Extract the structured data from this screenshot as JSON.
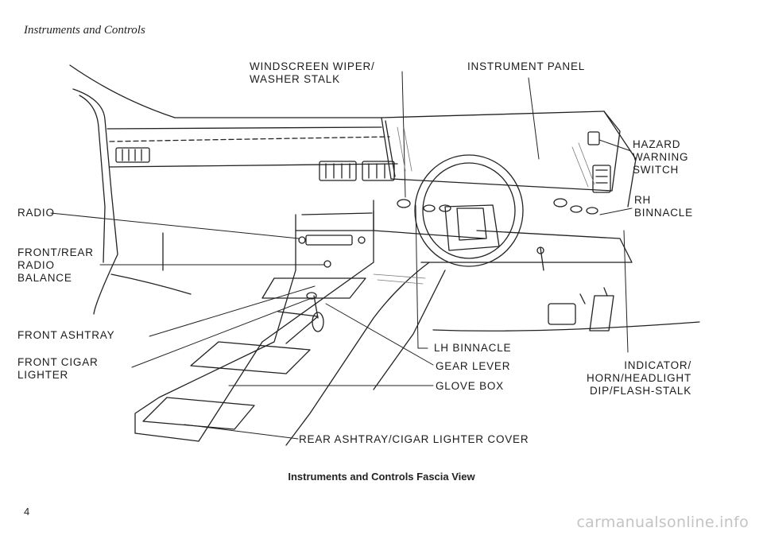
{
  "header": {
    "title": "Instruments and Controls"
  },
  "labels": {
    "windscreen_wiper": "WINDSCREEN WIPER/\nWASHER STALK",
    "instrument_panel": "INSTRUMENT PANEL",
    "hazard": "HAZARD\nWARNING\nSWITCH",
    "rh_binnacle": "RH\nBINNACLE",
    "radio": "RADIO",
    "radio_balance": "FRONT/REAR\nRADIO\nBALANCE",
    "front_ashtray": "FRONT ASHTRAY",
    "front_cigar": "FRONT CIGAR\nLIGHTER",
    "lh_binnacle": "LH BINNACLE",
    "gear_lever": "GEAR LEVER",
    "glove_box": "GLOVE BOX",
    "indicator": "INDICATOR/\nHORN/HEADLIGHT\nDIP/FLASH-STALK",
    "rear_ashtray": "REAR ASHTRAY/CIGAR LIGHTER COVER"
  },
  "caption": "Instruments and Controls Fascia View",
  "page_number": "4",
  "watermark": "carmanualsonline.info"
}
